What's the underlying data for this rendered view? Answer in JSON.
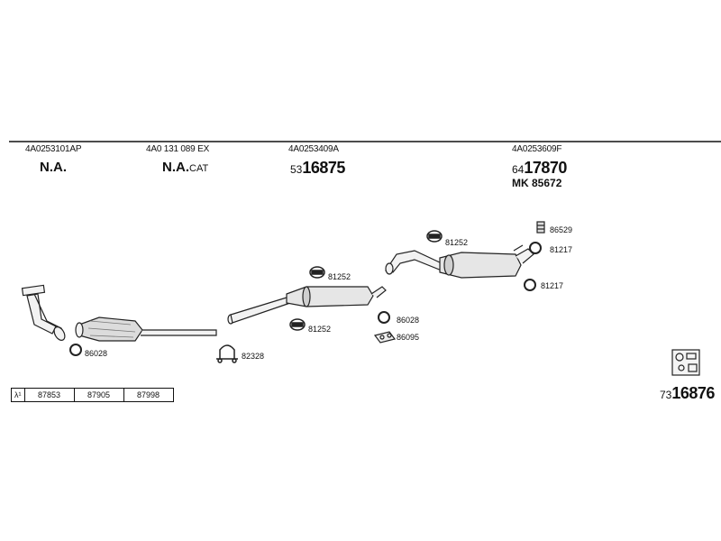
{
  "header_codes": [
    {
      "code": "4A0253101AP",
      "label": "N.A.",
      "suffix": ""
    },
    {
      "code": "4A0 131 089 EX",
      "label": "N.A.",
      "suffix": "CAT"
    },
    {
      "code": "4A0253409A",
      "prefix": "53",
      "number": "16875"
    },
    {
      "code": "4A0253609F",
      "prefix": "64",
      "number": "17870"
    }
  ],
  "mk_label": "MK  85672",
  "parts": {
    "p86028a": "86028",
    "p82328": "82328",
    "p81252a": "81252",
    "p81252b": "81252",
    "p81252c": "81252",
    "p86028b": "86028",
    "p86095": "86095",
    "p86529": "86529",
    "p81217a": "81217",
    "p81217b": "81217"
  },
  "legend": {
    "symbol": "λ¹",
    "items": [
      "87853",
      "87905",
      "87998"
    ]
  },
  "kit": {
    "prefix": "73",
    "number": "16876"
  }
}
